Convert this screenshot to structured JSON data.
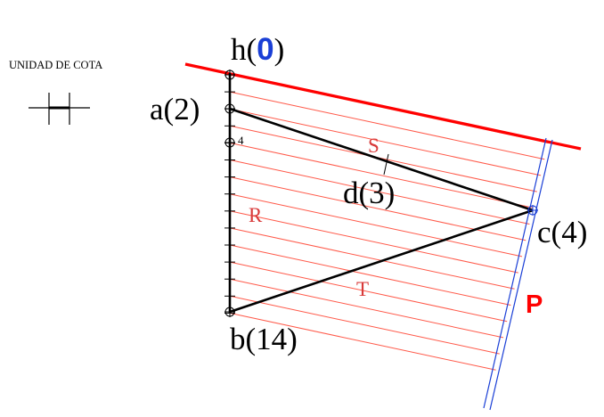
{
  "unit_legend": {
    "title": "UNIDAD DE COTA"
  },
  "points": {
    "h": {
      "name": "h(",
      "value": "0",
      "close": ")"
    },
    "a": "a(2)",
    "b": "b(14)",
    "c": "c(4)",
    "d": "d(3)"
  },
  "tick_label": "4",
  "faces": {
    "S": "S",
    "R": "R",
    "T": "T"
  },
  "plane": "P",
  "colors": {
    "black": "#000000",
    "red": "#ff0000",
    "hatch": "#ff5a4a",
    "blue": "#1a3fd6",
    "label_red": "#d83a3a"
  }
}
